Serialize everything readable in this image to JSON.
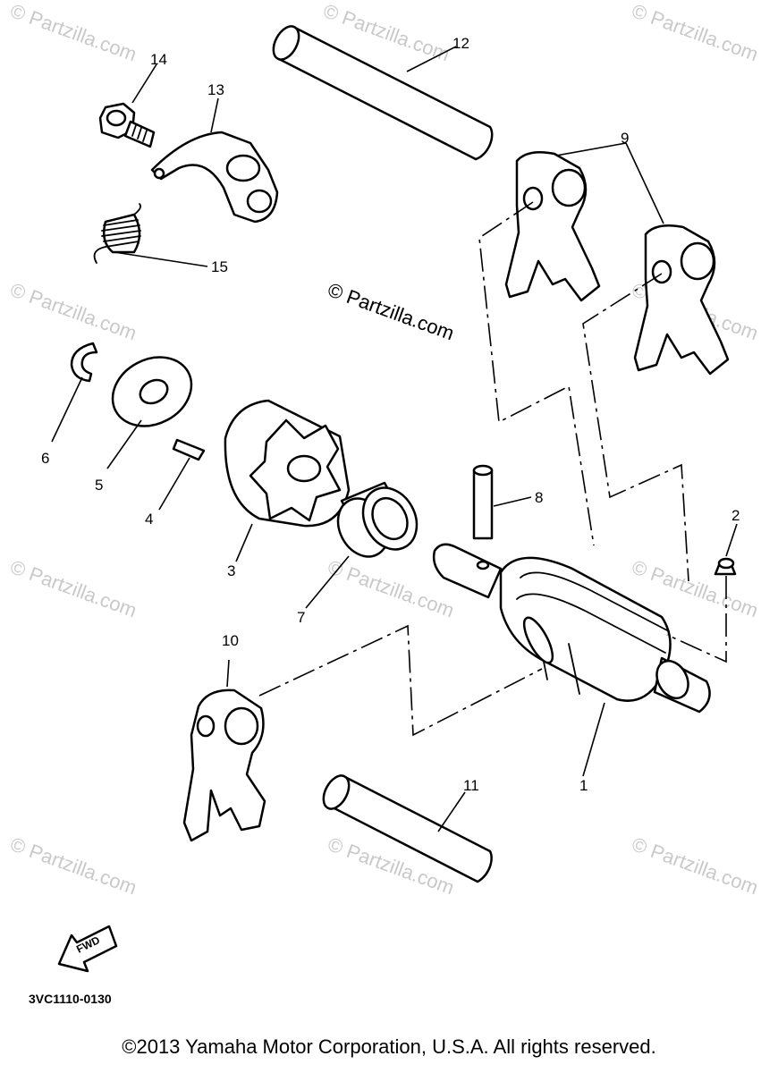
{
  "watermark": "© Partzilla.com",
  "center_watermark": "© Partzilla.com",
  "diagram_code": "3VC1110-0130",
  "fwd_label": "FWD",
  "copyright": "©2013 Yamaha Motor Corporation, U.S.A. All rights reserved.",
  "callouts": {
    "c1": "1",
    "c2": "2",
    "c3": "3",
    "c4": "4",
    "c5": "5",
    "c6": "6",
    "c7": "7",
    "c8": "8",
    "c9": "9",
    "c10": "10",
    "c11": "11",
    "c12": "12",
    "c13": "13",
    "c14": "14",
    "c15": "15"
  }
}
